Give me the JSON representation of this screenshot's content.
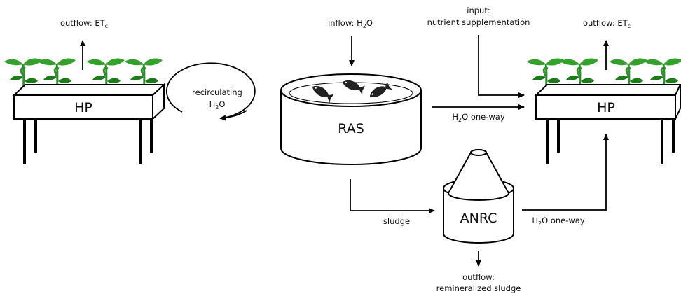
{
  "left_hp": {
    "label": "HP",
    "outflow_text": "outflow: ET",
    "outflow_sub": "c"
  },
  "recirculating": {
    "line1": "recirculating",
    "line2_a": "H",
    "line2_sub": "2",
    "line2_b": "O"
  },
  "ras": {
    "label": "RAS",
    "inflow_a": "inflow: H",
    "inflow_sub": "2",
    "inflow_b": "O"
  },
  "input": {
    "line1": "input:",
    "line2": "nutrient supplementation"
  },
  "right_hp": {
    "label": "HP",
    "outflow_text": "outflow: ET",
    "outflow_sub": "c"
  },
  "ras_to_hp": {
    "a": "H",
    "sub": "2",
    "b": "O one-way"
  },
  "sludge": {
    "label": "sludge"
  },
  "anrc": {
    "label": "ANRC",
    "outflow_line1": "outflow:",
    "outflow_line2": "remineralized sludge"
  },
  "anrc_to_hp": {
    "a": "H",
    "sub": "2",
    "b": "O one-way"
  },
  "colors": {
    "plant_leaf": "#33a12c",
    "plant_stem": "#2f8f2a",
    "line": "#000000"
  }
}
